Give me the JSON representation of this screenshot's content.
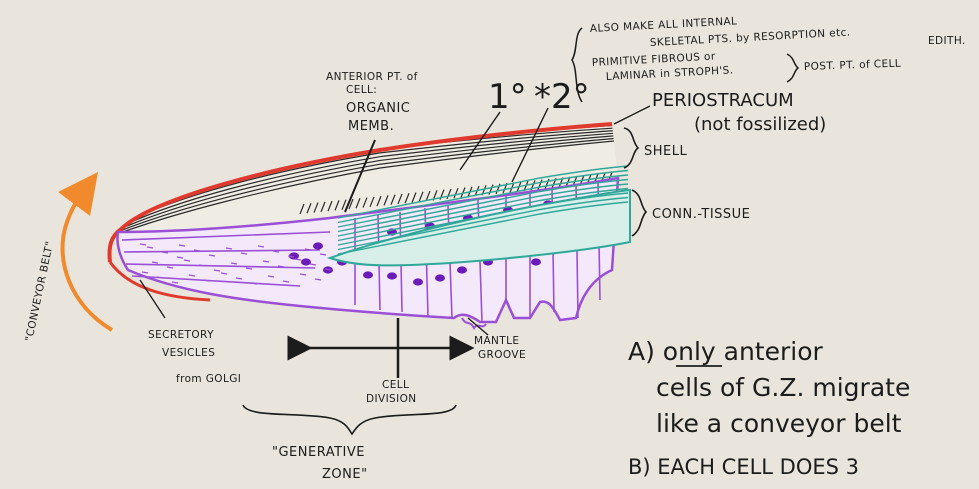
{
  "labels": {
    "conveyor_belt": "\"CONVEYOR BELT\"",
    "anterior_pt_1": "ANTERIOR PT. of",
    "anterior_pt_2": "CELL:",
    "organic_1": "ORGANIC",
    "organic_2": "MEMB.",
    "primary_marker": "1°",
    "secondary_marker": "*2°",
    "also_1": "ALSO MAKE ALL INTERNAL",
    "also_2": "SKELETAL PTS. by RESORPTION etc.",
    "edith": "EDITH.",
    "primitive_1": "PRIMITIVE FIBROUS or",
    "primitive_2": "LAMINAR in STROPH'S.",
    "post_pt": "POST. PT. of CELL",
    "periostracum_1": "PERIOSTRACUM",
    "periostracum_2": "(not fossilized)",
    "shell": "SHELL",
    "conn_tissue": "CONN.-TISSUE",
    "secretory_1": "SECRETORY",
    "secretory_2": "VESICLES",
    "secretory_3": "from GOLGI",
    "mantle_1": "MANTLE",
    "mantle_2": "GROOVE",
    "cell_div_1": "CELL",
    "cell_div_2": "DIVISION",
    "gen_zone_1": "\"GENERATIVE",
    "gen_zone_2": "ZONE\"",
    "note_a_1": "A) only anterior",
    "note_a_2": "cells of G.Z. migrate",
    "note_a_3": "like a conveyor belt",
    "note_b_1": "B) EACH CELL DOES 3"
  },
  "colors": {
    "periostracum": "#e03a2e",
    "shell_lines": "#2a2a2a",
    "cells": "#9b4fd6",
    "nuclei": "#6a1bb8",
    "connective_tissue": "#2fa89a",
    "conveyor_arrow": "#f08a2c",
    "ink": "#1c1c1c",
    "paper": "#e9e5dc"
  }
}
